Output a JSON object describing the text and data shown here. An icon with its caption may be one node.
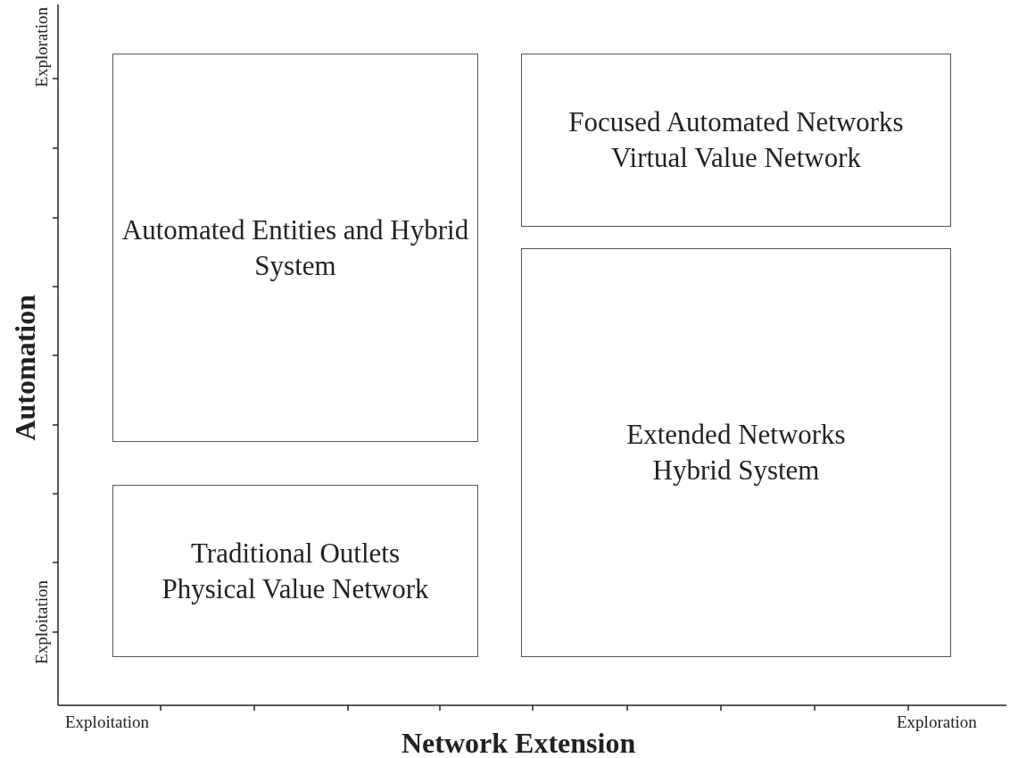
{
  "diagram": {
    "nodes": [
      {
        "text": [
          "Automated Entities and Hybrid System"
        ]
      },
      {
        "text": [
          "Focused Automated Networks",
          "Virtual Value Network"
        ]
      },
      {
        "text": [
          "Extended Networks",
          "Hybrid System"
        ]
      },
      {
        "text": [
          "Traditional Outlets",
          "Physical Value Network"
        ]
      }
    ],
    "edges": [],
    "labels": [
      "Exploration",
      "Automation",
      "Exploitation",
      "Exploitation",
      "Exploration",
      "Network Extension"
    ]
  }
}
